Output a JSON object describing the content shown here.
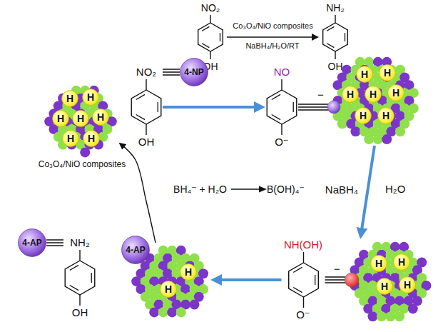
{
  "diagram": {
    "nodes": [
      {
        "text": [
          "NO₂",
          "OH"
        ]
      },
      {
        "text": [
          "NH₂",
          "OH"
        ]
      },
      {
        "text": [
          "Co₃O₄/NiO composites"
        ]
      },
      {
        "text": [
          "H"
        ],
        "in": 2
      },
      {
        "text": [
          "H"
        ],
        "in": 2
      },
      {
        "text": [
          "H"
        ],
        "in": 2
      },
      {
        "text": [
          "H"
        ],
        "in": 2
      },
      {
        "text": [
          "H"
        ],
        "in": 2
      },
      {
        "text": [
          "H"
        ],
        "in": 2
      },
      {
        "text": [
          "H"
        ],
        "in": 2
      },
      {
        "text": [
          "NO₂",
          "OH"
        ]
      },
      {
        "text": [
          "4-NP"
        ]
      },
      {
        "text": [
          "NO",
          "O⁻"
        ]
      },
      {
        "text": []
      },
      {
        "text": [
          "H"
        ],
        "in": 13
      },
      {
        "text": [
          "H"
        ],
        "in": 13
      },
      {
        "text": [
          "H"
        ],
        "in": 13
      },
      {
        "text": [
          "H"
        ],
        "in": 13
      },
      {
        "text": [
          "H"
        ],
        "in": 13
      },
      {
        "text": [
          "H"
        ],
        "in": 13
      },
      {
        "text": [
          "H"
        ],
        "in": 13
      },
      {
        "text": [
          "4-AP"
        ]
      },
      {
        "text": [
          "NH₂",
          "OH"
        ]
      },
      {
        "text": [
          "4-AP"
        ]
      },
      {
        "text": []
      },
      {
        "text": [
          "H"
        ],
        "in": 24
      },
      {
        "text": [
          "H"
        ],
        "in": 24
      },
      {
        "text": [
          "NH(OH)",
          "O⁻"
        ]
      },
      {
        "text": []
      },
      {
        "text": [
          "H"
        ],
        "in": 28
      },
      {
        "text": [
          "H"
        ],
        "in": 28
      },
      {
        "text": [
          "H"
        ],
        "in": 28
      },
      {
        "text": [
          "H"
        ],
        "in": 28
      }
    ],
    "edges": [
      {
        "from": 0,
        "to": 1,
        "arrow": "to",
        "label": "Co₃O₄/NiO composites"
      },
      {
        "from": 10,
        "to": 11,
        "arrow": "none"
      },
      {
        "from": 10,
        "to": 12,
        "arrow": "to"
      },
      {
        "from": 12,
        "to": 13,
        "arrow": "none"
      },
      {
        "from": 13,
        "to": 28,
        "arrow": "to",
        "label": "NaBH₄"
      },
      {
        "from": 27,
        "to": 28,
        "arrow": "none"
      },
      {
        "from": 27,
        "to": 24,
        "arrow": "to"
      },
      {
        "from": 24,
        "to": 2,
        "arrow": "to"
      },
      {
        "from": 21,
        "to": 22,
        "arrow": "none"
      }
    ],
    "labels": [
      "NaBH₄/H₂O/RT",
      "H₂O",
      "BH₄⁻ + H₂O",
      "B(OH)₄⁻",
      "−",
      "−"
    ]
  }
}
